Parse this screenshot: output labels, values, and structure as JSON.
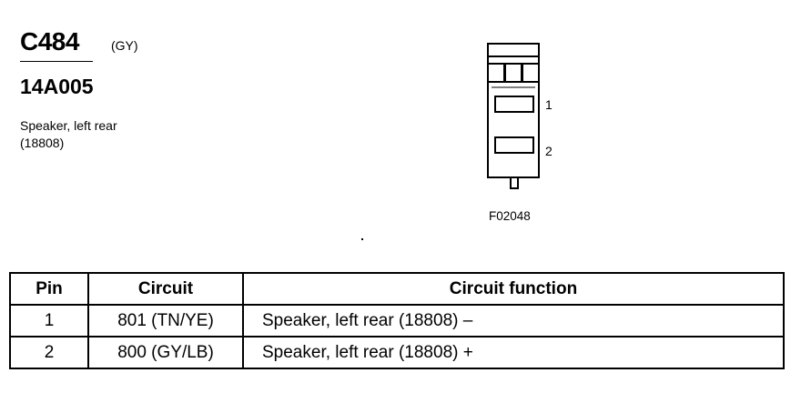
{
  "header": {
    "connector_id": "C484",
    "connector_color": "(GY)",
    "part_number": "14A005",
    "description_line1": "Speaker, left rear",
    "description_line2": "(18808)"
  },
  "diagram": {
    "pin_labels": [
      "1",
      "2"
    ],
    "figure_code": "F02048"
  },
  "table": {
    "headers": [
      "Pin",
      "Circuit",
      "Circuit function"
    ],
    "rows": [
      {
        "pin": "1",
        "circuit": "801 (TN/YE)",
        "function": "Speaker, left rear (18808) –"
      },
      {
        "pin": "2",
        "circuit": "800 (GY/LB)",
        "function": "Speaker, left rear (18808) +"
      }
    ]
  }
}
